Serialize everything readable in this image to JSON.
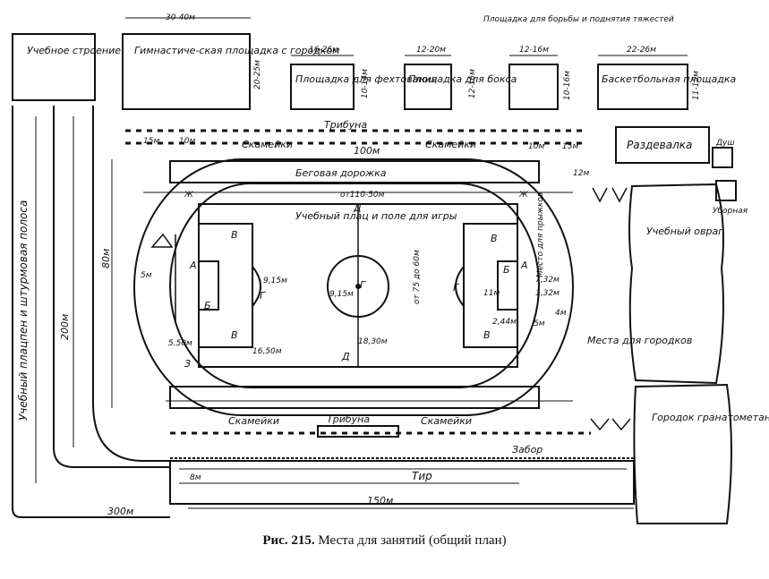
{
  "labels": {
    "study_buildings": "Учебное строение",
    "track_300": "Учебный плацпен и штурмовая полоса",
    "d_200": "200м",
    "d_300": "300м",
    "gym": "Гимнастиче-ская площадка с городком",
    "d_gym_w": "30-40м",
    "d_gym_h": "20-25м",
    "fencing": "Площадка для фехтования",
    "d_fencing_w": "16-26м",
    "d_fencing_h": "10-14м",
    "boxing": "Площадка для бокса",
    "d_boxing_w": "12-20м",
    "d_boxing_h": "12-16м",
    "fight": "Площадка для борьбы и поднятия тяжестей",
    "d_fight_w": "12-16м",
    "d_fight_h": "10-16м",
    "basket": "Баскетбольная площадка",
    "d_basket_w": "22-26м",
    "d_basket_h": "11-15м",
    "tribune_top": "Трибуна",
    "benches_top_1": "Скамейки",
    "benches_top_2": "Скамейки",
    "d_15_left": "15м",
    "d_10_left": "10м",
    "d_100": "100м",
    "d_10_right": "10м",
    "d_15_right": "15м",
    "running_track": "Беговая дорожка",
    "d_110": "от110-50м",
    "field": "Учебный плац и поле для игры",
    "d_80": "80м",
    "d_width_field": "от 75 до 60м",
    "d_5m": "5м",
    "d_550": "5.50м",
    "d_1650": "16,50м",
    "d_915_a": "9,15м",
    "d_915_b": "9,15м",
    "d_1830": "18,30м",
    "d_11": "11м",
    "d_244": "2,44м",
    "d_732": "7,32м",
    "d_4m": "4м",
    "d_5m_b": "5м",
    "pole_vault": "Место для прыжков",
    "d_132": "1,32м",
    "letter_a_left": "А",
    "letter_b_left": "Б",
    "letter_v_left_top": "В",
    "letter_v_left_bottom": "В",
    "letter_g_left": "Г",
    "letter_z_left": "З",
    "letter_a_right": "А",
    "letter_b_right": "Б",
    "letter_v_right_top": "В",
    "letter_v_right_bottom": "В",
    "letter_g_right": "Г",
    "letter_g_center": "Г",
    "letter_d_top": "Д",
    "letter_d_bottom": "Д",
    "letter_zh_left": "Ж",
    "letter_zh_right": "Ж",
    "dressing": "Раздевалка",
    "shower": "Душ",
    "toilet": "Уборная",
    "ravine": "Учебный овраг",
    "throwing": "Места для городков",
    "grenade": "Городок гранатометания",
    "tribune_bottom": "Трибуна",
    "benches_bottom_1": "Скамейки",
    "benches_bottom_2": "Скамейки",
    "fence": "Забор",
    "shooting": "Тир",
    "d_150": "150м",
    "d_12m": "12м",
    "d_8m": "8м"
  },
  "caption": {
    "number": "Рис. 215.",
    "text": "Места для занятий (общий план)"
  }
}
